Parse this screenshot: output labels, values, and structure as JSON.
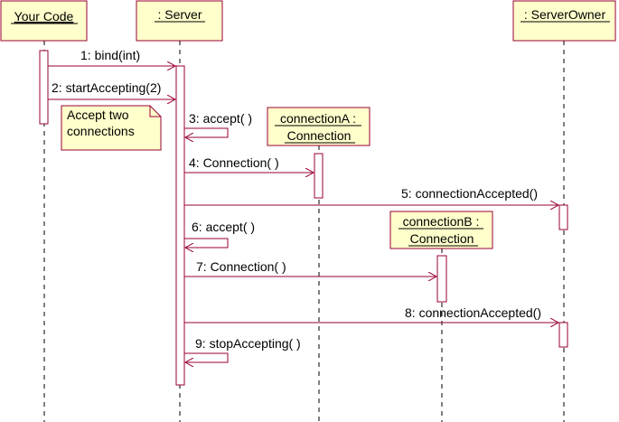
{
  "colors": {
    "box_fill": "#FFFFCC",
    "box_stroke": "#990033",
    "line": "#990033",
    "text": "#000000",
    "activation_fill": "#FFFFFF"
  },
  "participants": [
    {
      "id": "your_code",
      "label": "Your Code"
    },
    {
      "id": "server",
      "label": ": Server"
    },
    {
      "id": "server_owner",
      "label": ": ServerOwner"
    }
  ],
  "created_objects": [
    {
      "id": "connection_a",
      "line1": "connectionA :",
      "line2": "Connection"
    },
    {
      "id": "connection_b",
      "line1": "connectionB :",
      "line2": "Connection"
    }
  ],
  "note": {
    "line1": "Accept two",
    "line2": "connections"
  },
  "messages": [
    {
      "id": "m1",
      "label": "1: bind(int)",
      "from": "your_code",
      "to": "server"
    },
    {
      "id": "m2",
      "label": "2: startAccepting(2)",
      "from": "your_code",
      "to": "server"
    },
    {
      "id": "m3",
      "label": "3: accept( )",
      "from": "server",
      "to": "server"
    },
    {
      "id": "m4",
      "label": "4: Connection( )",
      "from": "server",
      "to": "connection_a"
    },
    {
      "id": "m5",
      "label": "5: connectionAccepted()",
      "from": "server",
      "to": "server_owner"
    },
    {
      "id": "m6",
      "label": "6: accept( )",
      "from": "server",
      "to": "server"
    },
    {
      "id": "m7",
      "label": "7: Connection( )",
      "from": "server",
      "to": "connection_b"
    },
    {
      "id": "m8",
      "label": "8: connectionAccepted()",
      "from": "server",
      "to": "server_owner"
    },
    {
      "id": "m9",
      "label": "9: stopAccepting( )",
      "from": "server",
      "to": "server"
    }
  ]
}
